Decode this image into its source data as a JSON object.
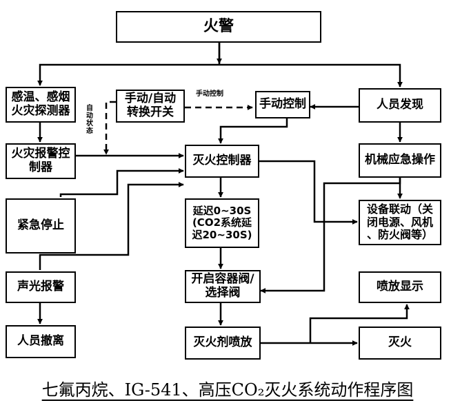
{
  "nodes": {
    "fire_alarm": "火警",
    "detectors": "感温、感烟\n火灾探测器",
    "mode_switch": "手动/自动\n转换开关",
    "manual_control": "手动控制",
    "person_found": "人员发现",
    "alarm_controller": "火灾报警控\n制器",
    "suppression_controller": "灭火控制器",
    "mechanical_emergency": "机械应急操作",
    "emergency_stop": "紧急停止",
    "delay": "延迟0~30S\n(CO2系统延\n迟20~30S)",
    "linkage": "设备联动（关\n闭电源、风机\n、防火阀等）",
    "sound_light": "声光报警",
    "open_valve": "开启容器阀/\n选择阀",
    "discharge_display": "喷放显示",
    "evacuate": "人员撤离",
    "agent_discharge": "灭火剂喷放",
    "extinguish": "灭火"
  },
  "labels": {
    "manual_control_small": "手动控制",
    "auto_state": "自动状态"
  },
  "caption": "七氟丙烷、IG-541、高压CO₂灭火系统动作程序图"
}
